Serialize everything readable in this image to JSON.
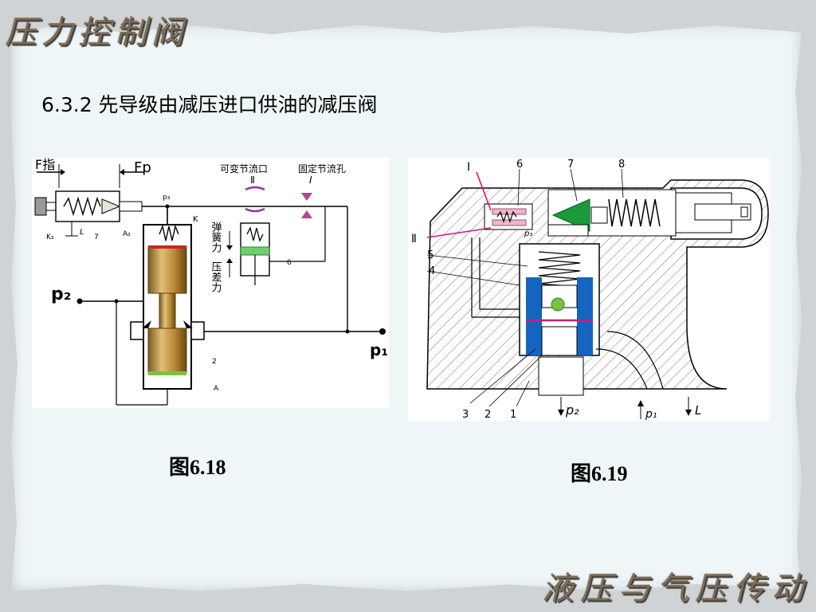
{
  "slide": {
    "corner_title": "压力控制阀",
    "heading": "6.3.2  先导级由减压进口供油的减压阀",
    "footer_title": "液压与气压传动"
  },
  "fig18": {
    "caption": "图6.18",
    "label_f_pilot": "F指",
    "label_fp": "Fp",
    "label_p3": "p₃",
    "label_variable_orifice": "可变节流口",
    "label_roman2": "Ⅱ",
    "label_fixed_orifice": "固定节流孔",
    "label_roman1": "I",
    "label_spring_force": "弹簧力",
    "label_pressure_diff_force": "压差力",
    "label_k": "K",
    "label_k3": "K₃",
    "label_l": "L",
    "label_7": "7",
    "label_a3": "A₃",
    "label_6": "6",
    "label_p2": "p₂",
    "label_p1": "p₁",
    "label_2": "2",
    "label_a": "A"
  },
  "fig19": {
    "caption": "图6.19",
    "label_roman1": "I",
    "label_6": "6",
    "label_7": "7",
    "label_8": "8",
    "label_p3": "p₃",
    "label_roman2": "Ⅱ",
    "label_5": "5",
    "label_4": "4",
    "label_3": "3",
    "label_2": "2",
    "label_1": "1",
    "label_p2": "p₂",
    "label_p1": "p₁",
    "label_l": "L"
  },
  "colors": {
    "spool_gold": "#c99a3f",
    "pilot_green": "#1a9a3a",
    "pink_line": "#d0187a",
    "blue_sleeve": "#1565c0",
    "orifice_purple": "#9a3a8a"
  }
}
